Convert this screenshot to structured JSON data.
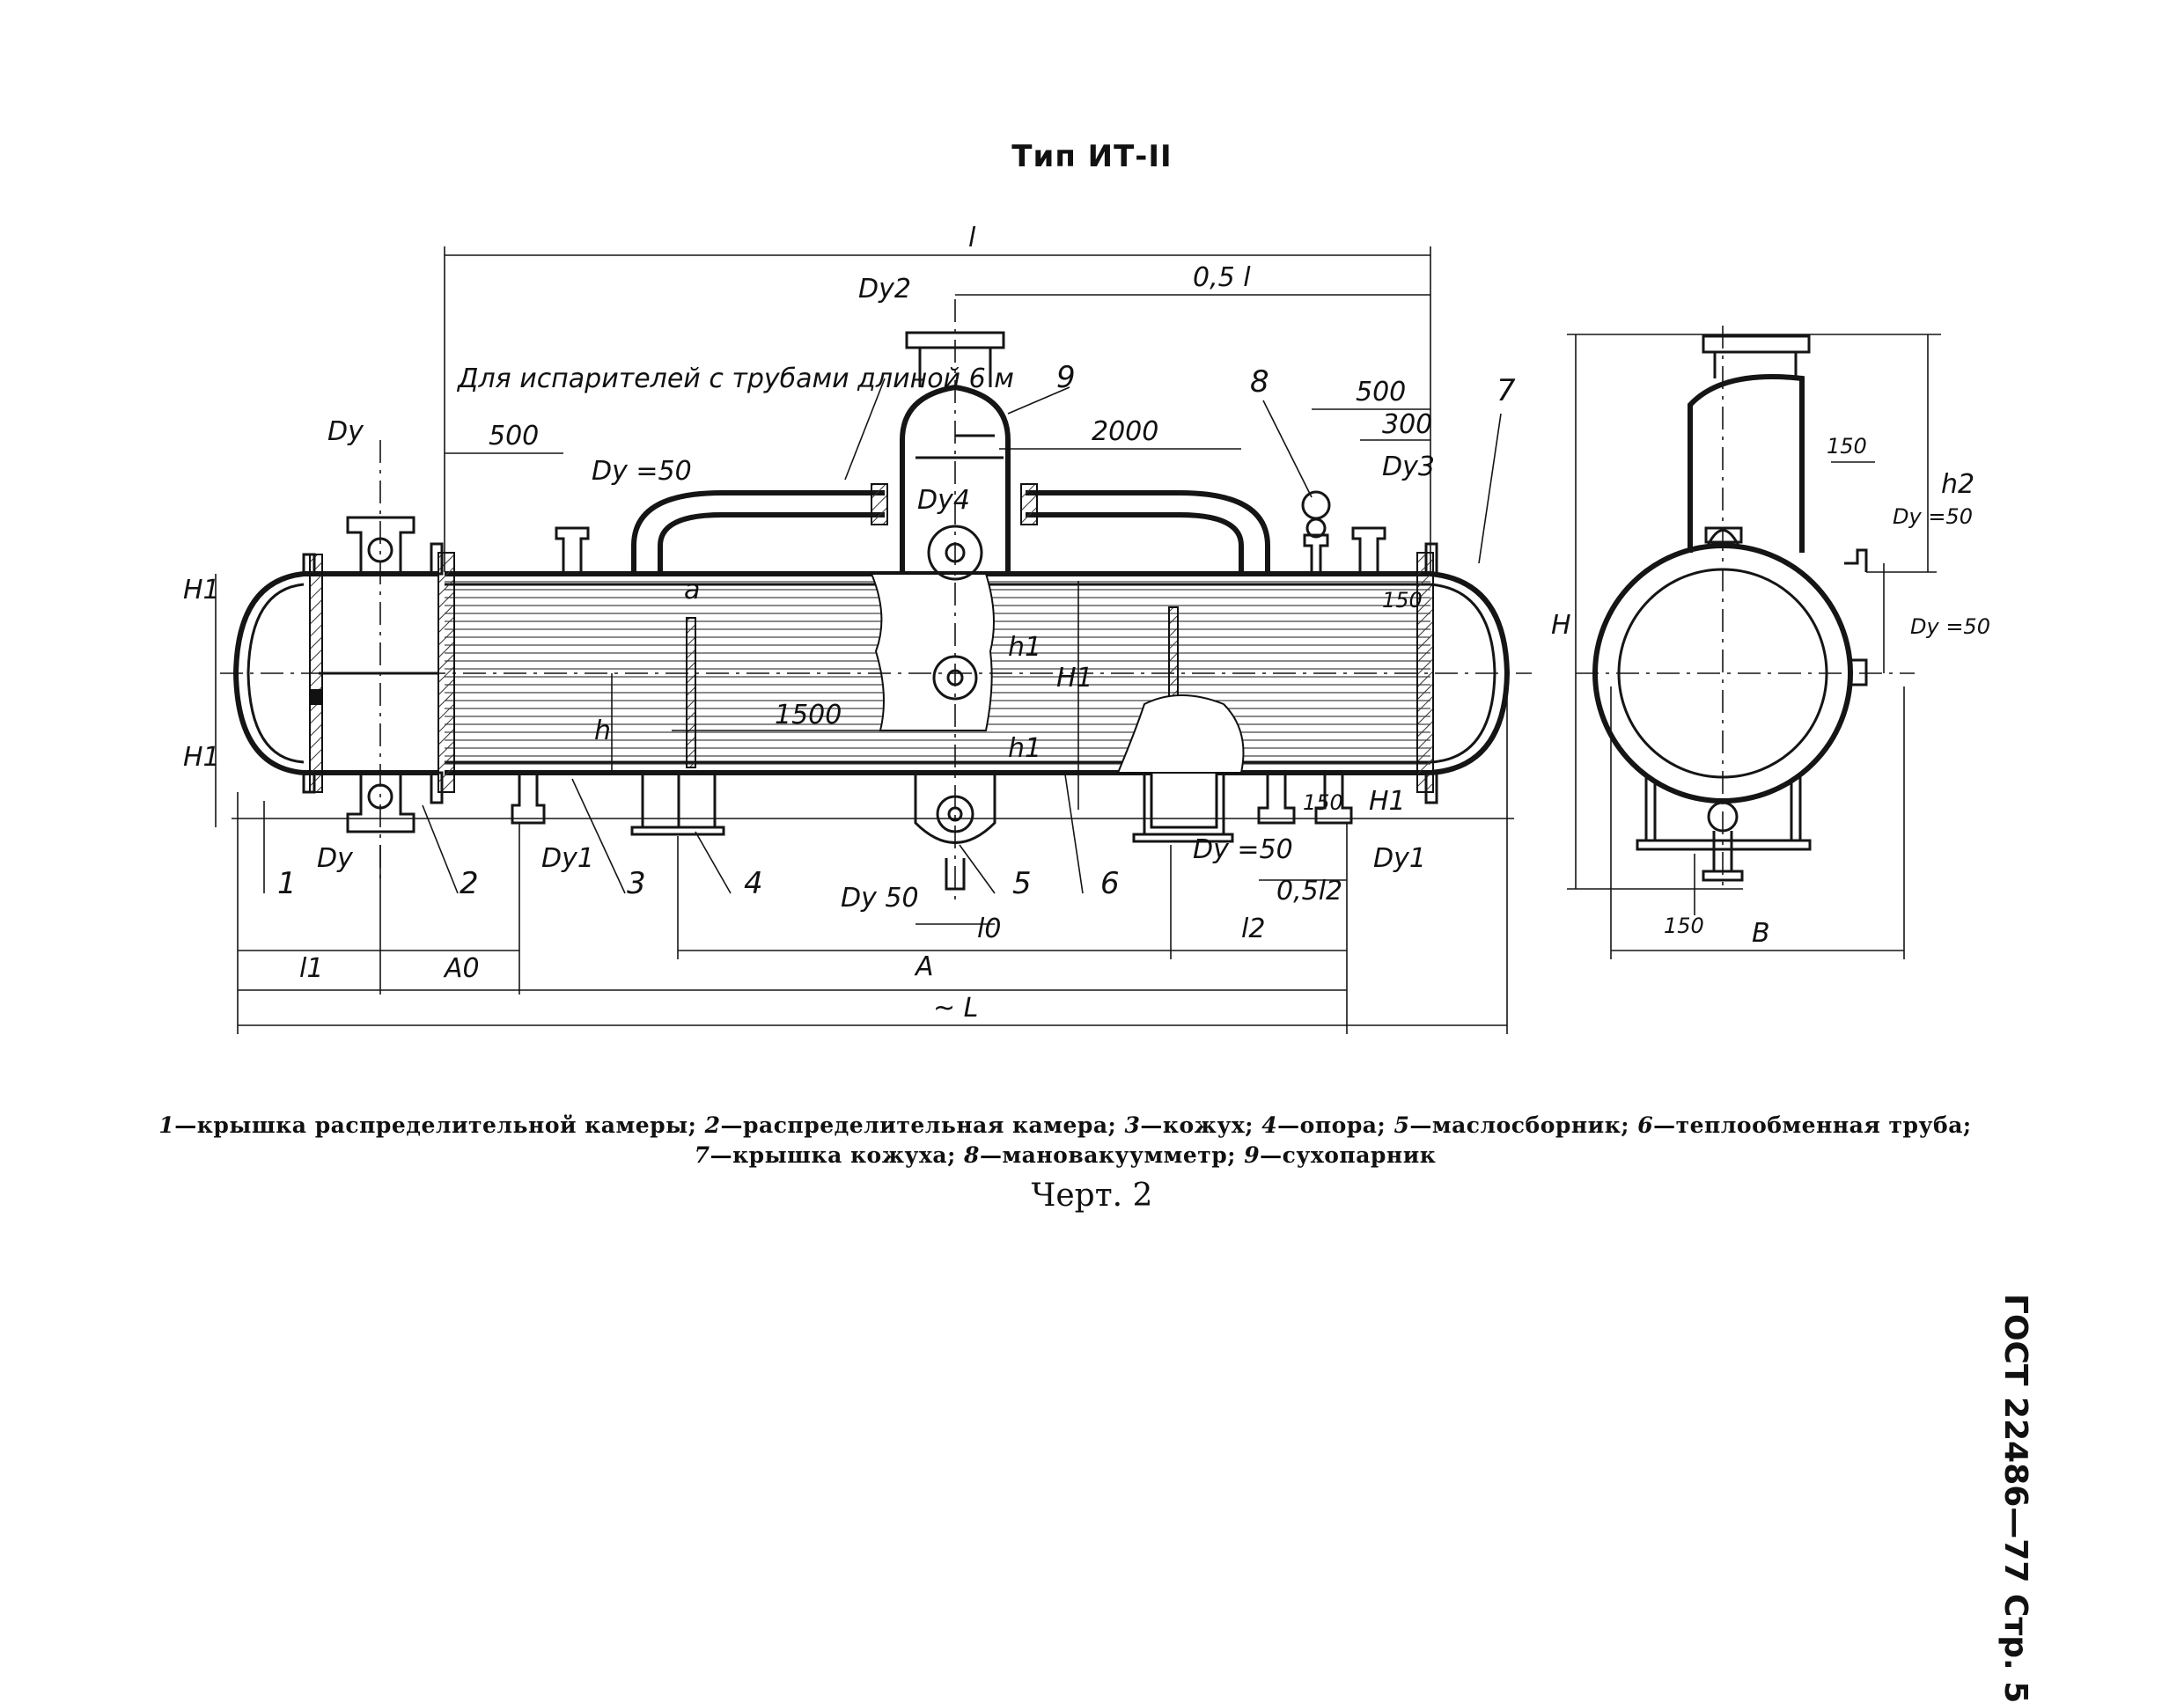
{
  "title": "Тип ИТ-II",
  "figure_caption": "Черт. 2",
  "page_header": "ГОСТ 22486—77 Стр. 5",
  "note": "Для испарителей с трубами длиной 6 м",
  "legend": [
    {
      "num": "1",
      "text": "крышка распределительной камеры;"
    },
    {
      "num": "2",
      "text": "распределительная камера;"
    },
    {
      "num": "3",
      "text": "кожух;"
    },
    {
      "num": "4",
      "text": "опора;"
    },
    {
      "num": "5",
      "text": "маслосборник;"
    },
    {
      "num": "6",
      "text": "теплообменная труба;"
    },
    {
      "num": "7",
      "text": "крышка кожуха;"
    },
    {
      "num": "8",
      "text": "мановакуумметр;"
    },
    {
      "num": "9",
      "text": "сухопарник"
    }
  ],
  "dimensions": {
    "l": "l",
    "half_l": "0,5 l",
    "Dy2": "Dy2",
    "Dy": "Dy",
    "d500": "500",
    "Dy50": "Dy =50",
    "d2000": "2000",
    "d500r": "500",
    "d300": "300",
    "Dy3": "Dy3",
    "Dy4": "Dy4",
    "H1": "H1",
    "h1": "h1",
    "h": "h",
    "a": "a",
    "d1500": "1500",
    "d150": "150",
    "Dy1": "Dy1",
    "l0": "l0",
    "l1": "l1",
    "l2": "l2",
    "half_l2": "0,5l2",
    "A0": "A0",
    "A": "A",
    "L": "~ L",
    "H": "H",
    "h2": "h2",
    "B": "B",
    "DyS50": "Dy 50"
  },
  "part_numbers": [
    "1",
    "2",
    "3",
    "4",
    "5",
    "6",
    "7",
    "8",
    "9"
  ]
}
